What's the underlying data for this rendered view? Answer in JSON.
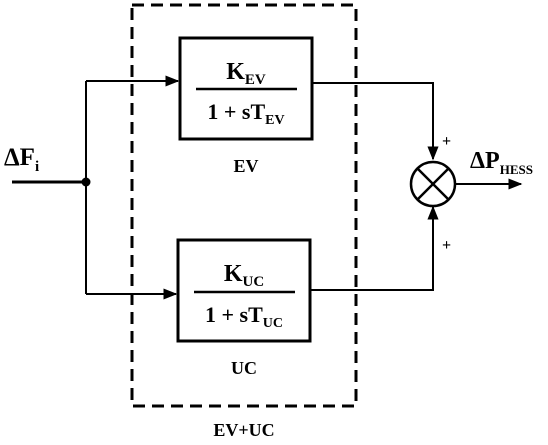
{
  "input": {
    "prefix": "ΔF",
    "sub": "i"
  },
  "output": {
    "prefix": "ΔP",
    "sub": "HESS"
  },
  "group_label": "EV+UC",
  "blocks": [
    {
      "id": "ev",
      "num_main": "K",
      "num_sub": "EV",
      "den_main": "1 + sT",
      "den_sub": "EV",
      "caption": "EV"
    },
    {
      "id": "uc",
      "num_main": "K",
      "num_sub": "UC",
      "den_main": "1 + sT",
      "den_sub": "UC",
      "caption": "UC"
    }
  ],
  "summer": {
    "signs": [
      "+",
      "+"
    ]
  }
}
